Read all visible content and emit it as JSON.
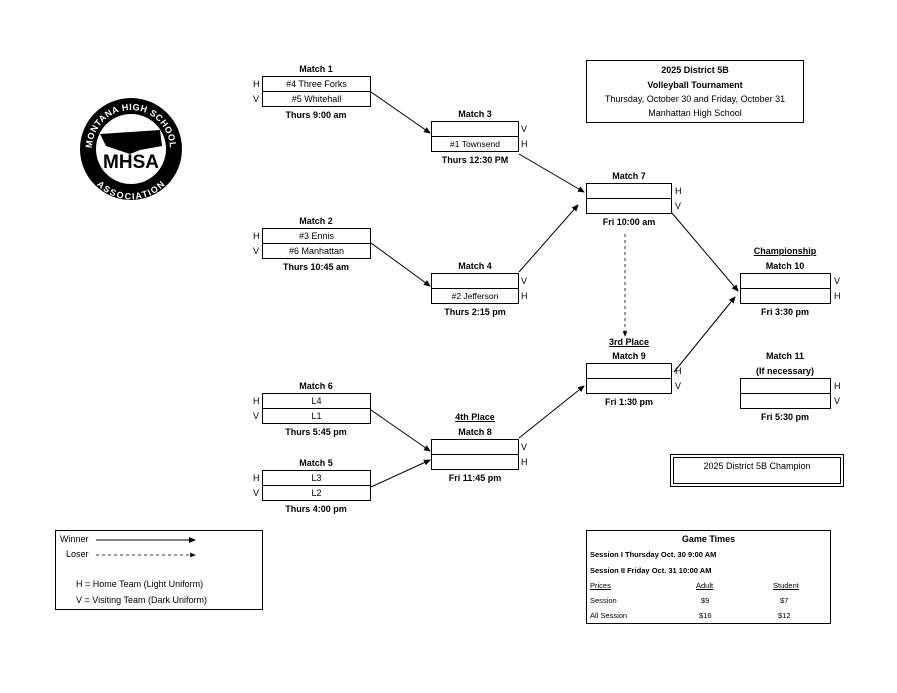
{
  "logo": {
    "arc_top": "MONTANA HIGH SCHOOL",
    "center": "MHSA",
    "arc_bottom": "ASSOCIATION"
  },
  "header": {
    "line1": "2025 District 5B",
    "line2": "Volleyball Tournament",
    "line3": "Thursday, October 30 and Friday, October 31",
    "line4": "Manhattan High School"
  },
  "labels": {
    "home": "H",
    "visitor": "V"
  },
  "matches": {
    "m1": {
      "title": "Match 1",
      "home": "#4 Three Forks",
      "visitor": "#5 Whitehall",
      "time": "Thurs 9:00 am"
    },
    "m2": {
      "title": "Match 2",
      "home": "#3 Ennis",
      "visitor": "#6 Manhattan",
      "time": "Thurs 10:45 am"
    },
    "m3": {
      "title": "Match 3",
      "visitor": "",
      "home": "#1 Townsend",
      "time": "Thurs 12:30 PM"
    },
    "m4": {
      "title": "Match 4",
      "visitor": "",
      "home": "#2 Jefferson",
      "time": "Thurs 2:15 pm"
    },
    "m5": {
      "title": "Match 5",
      "home": "L3",
      "visitor": "L2",
      "time": "Thurs 4:00 pm"
    },
    "m6": {
      "title": "Match 6",
      "home": "L4",
      "visitor": "L1",
      "time": "Thurs 5:45 pm"
    },
    "m7": {
      "title": "Match 7",
      "home": "",
      "visitor": "",
      "time": "Fri 10:00 am"
    },
    "m8": {
      "heading": "4th Place",
      "title": "Match 8",
      "visitor": "",
      "home": "",
      "time": "Fri 11:45 pm"
    },
    "m9": {
      "heading": "3rd Place",
      "title": "Match 9",
      "home": "",
      "visitor": "",
      "time": "Fri 1:30 pm"
    },
    "m10": {
      "heading": "Championship",
      "title": "Match 10",
      "visitor": "",
      "home": "",
      "time": "Fri 3:30 pm"
    },
    "m11": {
      "title": "Match 11",
      "subtitle": "(If necessary)",
      "home": "",
      "visitor": "",
      "time": "Fri 5:30 pm"
    }
  },
  "champion": {
    "label": "2025 District 5B Champion"
  },
  "legend": {
    "winner": "Winner",
    "loser": "Loser",
    "home_def": "H =  Home Team (Light Uniform)",
    "visitor_def": "V =  Visiting Team (Dark Uniform)"
  },
  "game_times": {
    "title": "Game Times",
    "session1": "Session I Thursday Oct. 30 9:00 AM",
    "session2": "Session II Friday Oct. 31 10:00 AM",
    "headers": [
      "Prices",
      "Adult",
      "Student"
    ],
    "rows": [
      [
        "Session",
        "$9",
        "$7"
      ],
      [
        "All Session",
        "$16",
        "$12"
      ]
    ]
  }
}
